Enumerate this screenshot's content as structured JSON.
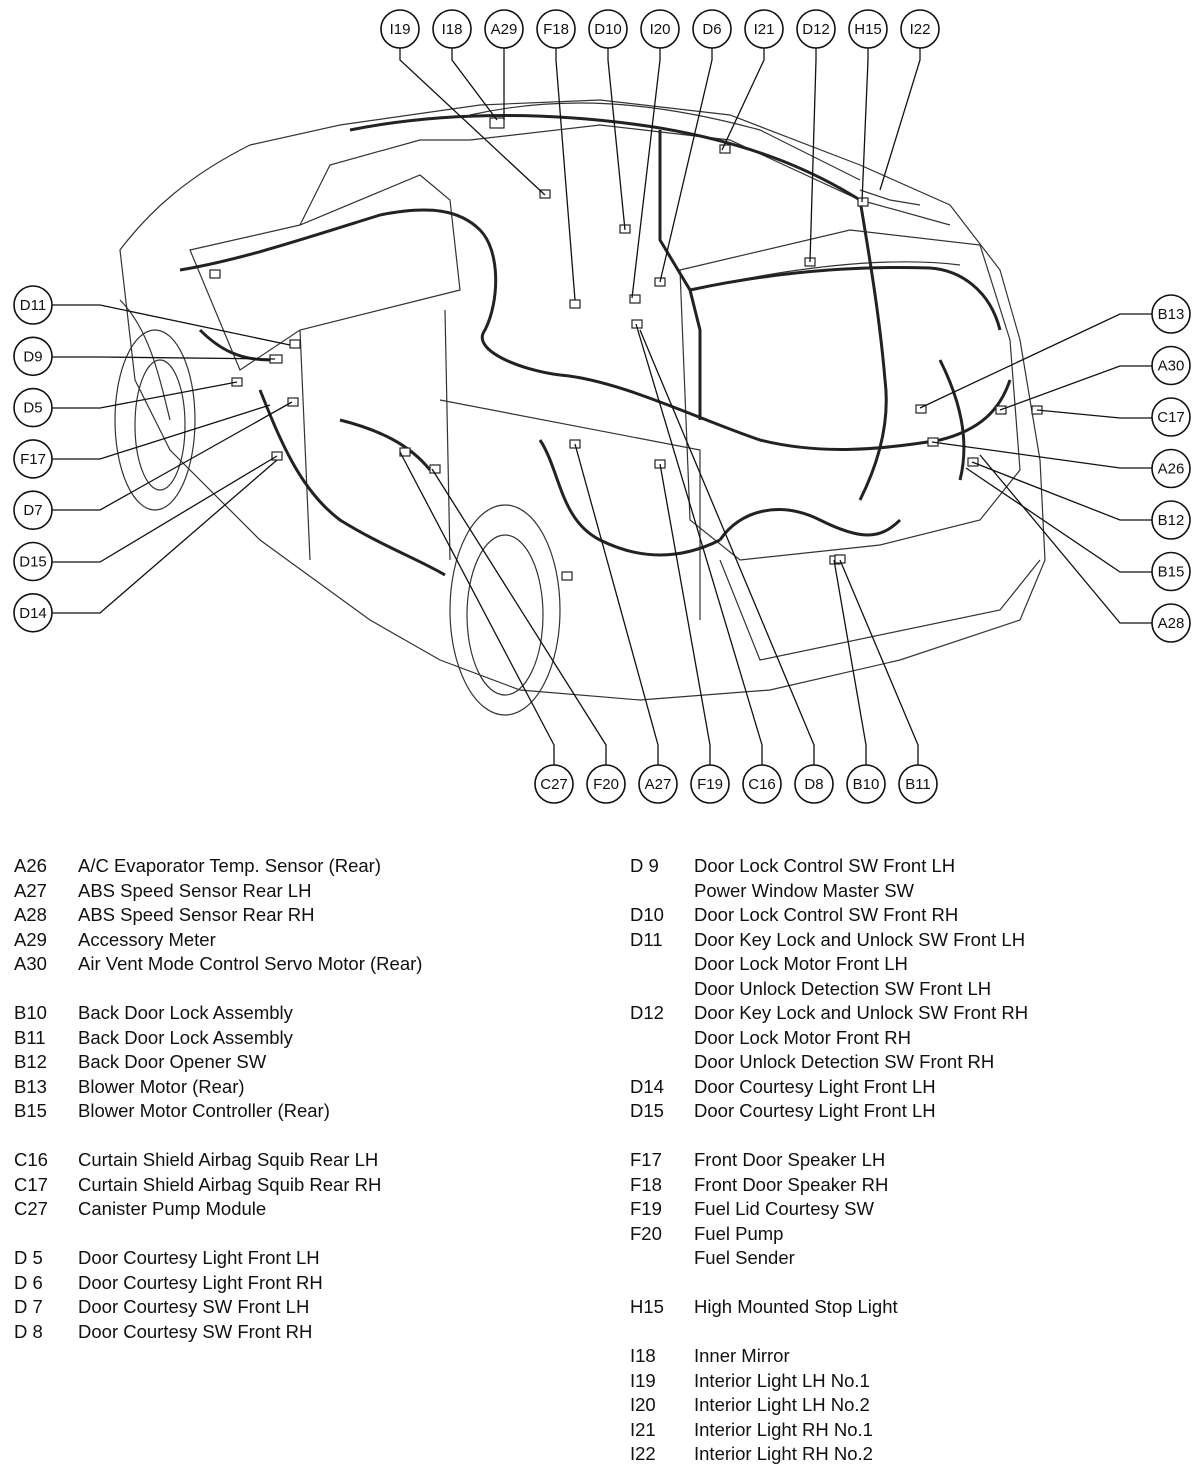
{
  "connectors_top": [
    "I19",
    "I18",
    "A29",
    "F18",
    "D10",
    "I20",
    "D6",
    "I21",
    "D12",
    "H15",
    "I22"
  ],
  "connectors_left": [
    "D11",
    "D9",
    "D5",
    "F17",
    "D7",
    "D15",
    "D14"
  ],
  "connectors_right": [
    "B13",
    "A30",
    "C17",
    "A26",
    "B12",
    "B15",
    "A28"
  ],
  "connectors_bottom": [
    "C27",
    "F20",
    "A27",
    "F19",
    "C16",
    "D8",
    "B10",
    "B11"
  ],
  "legend_left": [
    {
      "code": "A26",
      "desc": "A/C Evaporator Temp. Sensor (Rear)"
    },
    {
      "code": "A27",
      "desc": "ABS Speed Sensor Rear LH"
    },
    {
      "code": "A28",
      "desc": "ABS Speed Sensor Rear RH"
    },
    {
      "code": "A29",
      "desc": "Accessory Meter"
    },
    {
      "code": "A30",
      "desc": "Air Vent Mode Control Servo Motor (Rear)"
    },
    null,
    {
      "code": "B10",
      "desc": "Back Door Lock Assembly"
    },
    {
      "code": "B11",
      "desc": "Back Door Lock Assembly"
    },
    {
      "code": "B12",
      "desc": "Back Door Opener SW"
    },
    {
      "code": "B13",
      "desc": "Blower Motor (Rear)"
    },
    {
      "code": "B15",
      "desc": "Blower Motor Controller (Rear)"
    },
    null,
    {
      "code": "C16",
      "desc": "Curtain Shield Airbag Squib Rear LH"
    },
    {
      "code": "C17",
      "desc": "Curtain Shield Airbag Squib Rear RH"
    },
    {
      "code": "C27",
      "desc": "Canister Pump Module"
    },
    null,
    {
      "code": "D 5",
      "desc": "Door Courtesy Light Front LH"
    },
    {
      "code": "D 6",
      "desc": "Door Courtesy Light Front RH"
    },
    {
      "code": "D 7",
      "desc": "Door Courtesy SW Front LH"
    },
    {
      "code": "D 8",
      "desc": "Door Courtesy SW Front RH"
    }
  ],
  "legend_right": [
    {
      "code": "D 9",
      "desc": "Door Lock Control SW Front LH"
    },
    {
      "code": "",
      "desc": "Power Window Master SW"
    },
    {
      "code": "D10",
      "desc": "Door Lock Control SW Front RH"
    },
    {
      "code": "D11",
      "desc": "Door Key Lock and Unlock SW Front LH"
    },
    {
      "code": "",
      "desc": "Door Lock Motor Front LH"
    },
    {
      "code": "",
      "desc": "Door Unlock Detection SW Front LH"
    },
    {
      "code": "D12",
      "desc": "Door Key Lock and Unlock SW Front RH"
    },
    {
      "code": "",
      "desc": "Door Lock Motor Front RH"
    },
    {
      "code": "",
      "desc": "Door Unlock Detection SW Front RH"
    },
    {
      "code": "D14",
      "desc": "Door Courtesy Light Front LH"
    },
    {
      "code": "D15",
      "desc": "Door Courtesy Light Front LH"
    },
    null,
    {
      "code": "F17",
      "desc": "Front Door Speaker LH"
    },
    {
      "code": "F18",
      "desc": "Front Door Speaker RH"
    },
    {
      "code": "F19",
      "desc": "Fuel Lid Courtesy SW"
    },
    {
      "code": "F20",
      "desc": "Fuel Pump"
    },
    {
      "code": "",
      "desc": "Fuel Sender"
    },
    null,
    {
      "code": "H15",
      "desc": "High Mounted Stop Light"
    },
    null,
    {
      "code": "I18",
      "desc": "Inner Mirror"
    },
    {
      "code": "I19",
      "desc": "Interior Light LH No.1"
    },
    {
      "code": "I20",
      "desc": "Interior Light LH No.2"
    },
    {
      "code": "I21",
      "desc": "Interior Light RH No.1"
    },
    {
      "code": "I22",
      "desc": "Interior Light RH No.2"
    }
  ]
}
